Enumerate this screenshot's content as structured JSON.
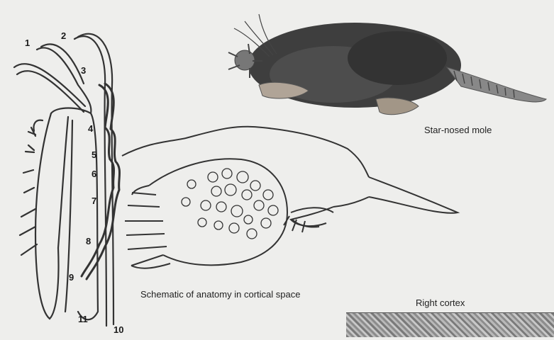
{
  "figure": {
    "captions": {
      "mole": "Star-nosed mole",
      "schematic": "Schematic of anatomy in cortical space",
      "cortex": "Right cortex"
    },
    "ray_labels": [
      "1",
      "2",
      "3",
      "4",
      "5",
      "6",
      "7",
      "8",
      "9",
      "10",
      "11"
    ]
  }
}
